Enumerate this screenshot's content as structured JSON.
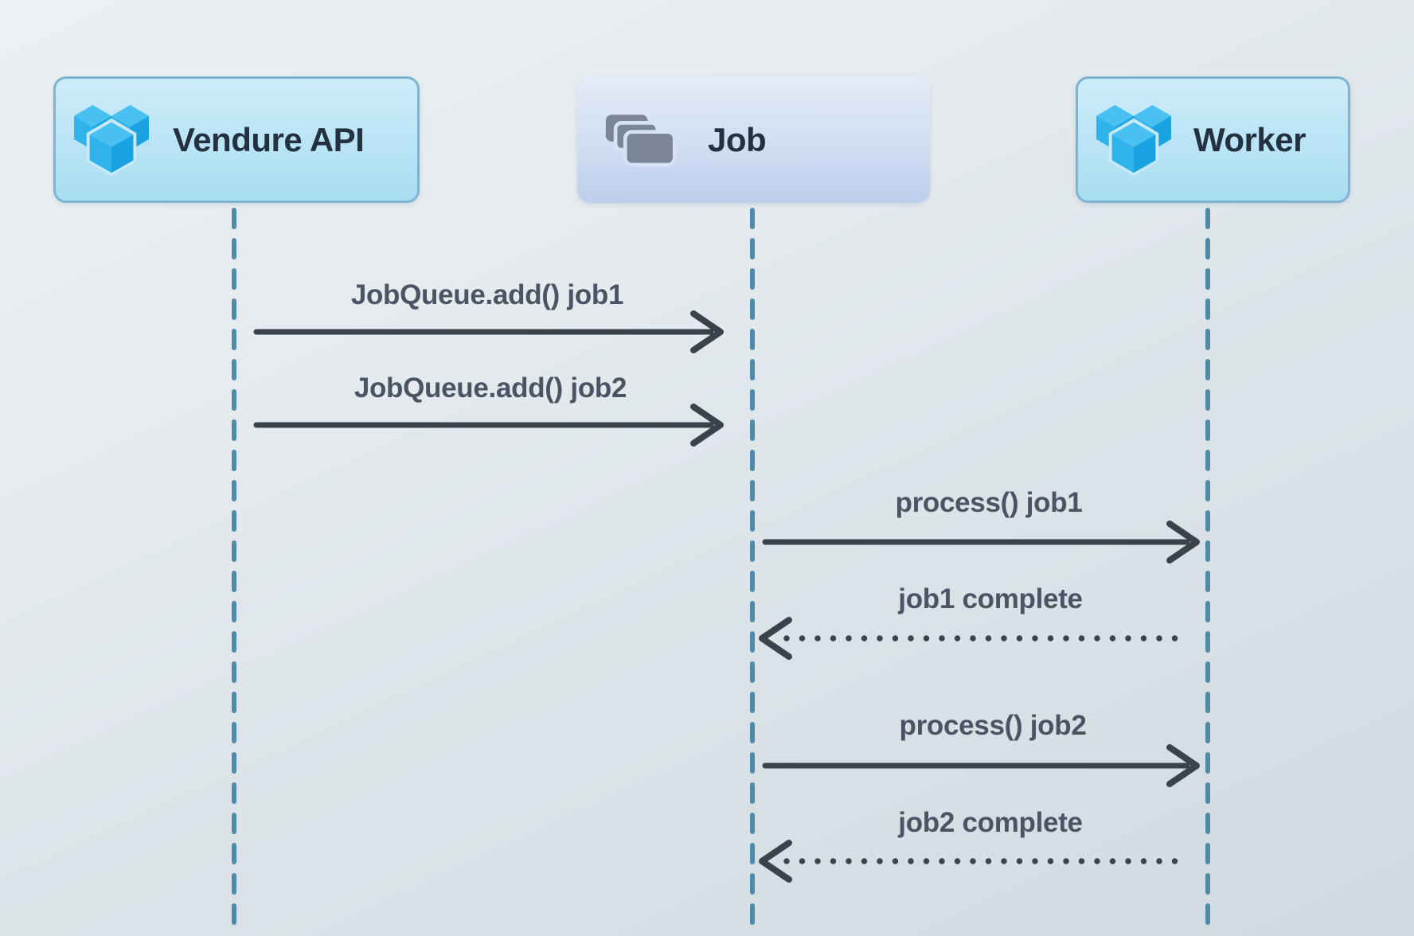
{
  "diagram": {
    "type": "sequence-diagram",
    "actors": [
      {
        "id": "vendure-api",
        "label": "Vendure API",
        "icon": "vendure-cubes-icon"
      },
      {
        "id": "job",
        "label": "Job",
        "icon": "stacked-cards-icon"
      },
      {
        "id": "worker",
        "label": "Worker",
        "icon": "vendure-cubes-icon"
      }
    ],
    "messages": [
      {
        "from": "vendure-api",
        "to": "job",
        "label": "JobQueue.add() job1",
        "line": "solid",
        "arrow": "open-chevron-right"
      },
      {
        "from": "vendure-api",
        "to": "job",
        "label": "JobQueue.add() job2",
        "line": "solid",
        "arrow": "open-chevron-right"
      },
      {
        "from": "job",
        "to": "worker",
        "label": "process() job1",
        "line": "solid",
        "arrow": "open-chevron-right"
      },
      {
        "from": "worker",
        "to": "job",
        "label": "job1 complete",
        "line": "dotted",
        "arrow": "open-chevron-left"
      },
      {
        "from": "job",
        "to": "worker",
        "label": "process() job2",
        "line": "solid",
        "arrow": "open-chevron-right"
      },
      {
        "from": "worker",
        "to": "job",
        "label": "job2 complete",
        "line": "dotted",
        "arrow": "open-chevron-left"
      }
    ],
    "colors": {
      "background_top": "#ecf0f3",
      "background_bottom": "#cfdae0",
      "actor_box_fill_top": "#cdecf9",
      "actor_box_fill_bottom": "#a8ddf2",
      "actor_box_border": "#7cb5d3",
      "job_box_fill_top": "#e4ebf8",
      "job_box_fill_bottom": "#bcd0ec",
      "lifeline": "#4e8aa9",
      "arrow": "#3a424b",
      "message_text": "#4a5462",
      "actor_text": "#233140",
      "logo_blue_top": "#49c1f0",
      "logo_blue_left": "#2fb3ea",
      "logo_blue_right": "#1aa3e2",
      "stack_gray": "#7b8595"
    }
  }
}
